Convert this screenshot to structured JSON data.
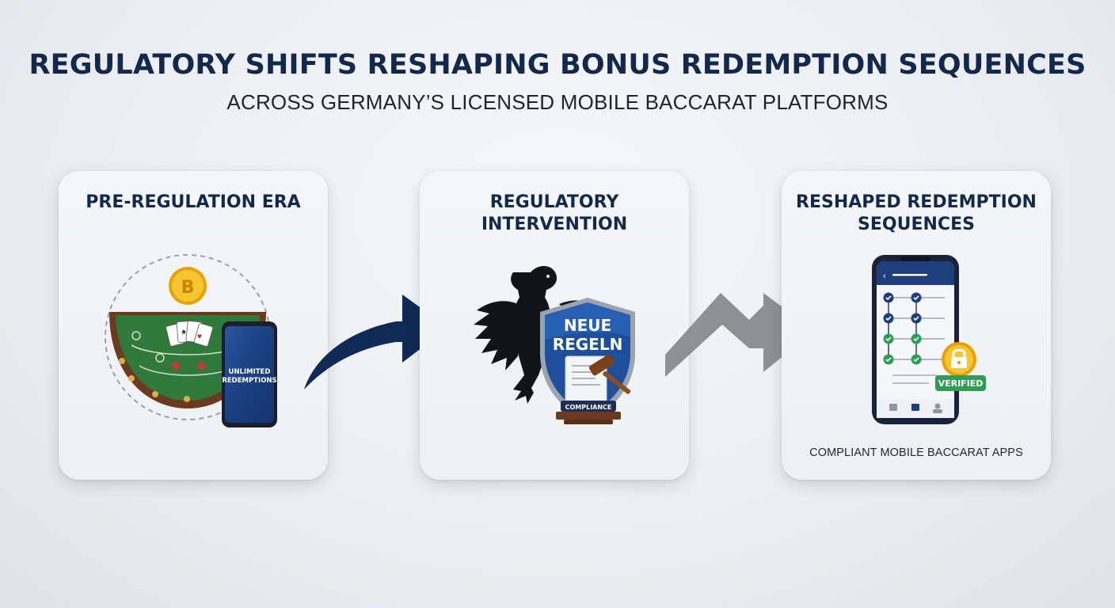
{
  "header": {
    "title": "REGULATORY SHIFTS RESHAPING BONUS REDEMPTION SEQUENCES",
    "subtitle": "ACROSS GERMANY’S LICENSED MOBILE BACCARAT PLATFORMS"
  },
  "stages": [
    {
      "heading_lines": [
        "PRE-REGULATION ERA"
      ],
      "coin_label": "B",
      "phone_text_lines": [
        "UNLIMITED",
        "REDEMPTIONS"
      ]
    },
    {
      "heading_lines": [
        "REGULATORY",
        "INTERVENTION"
      ],
      "shield_text_lines": [
        "NEUE",
        "REGELN"
      ],
      "compliance_label": "COMPLIANCE"
    },
    {
      "heading_lines": [
        "RESHAPED REDEMPTION",
        "SEQUENCES"
      ],
      "verified_label": "VERIFIED",
      "caption": "COMPLIANT MOBILE BACCARAT APPS"
    }
  ],
  "colors": {
    "navy": "#13294b",
    "arrow_navy": "#0f2a55",
    "arrow_gray": "#8d9196",
    "felt_green": "#2f7a3a",
    "check_green": "#2e9e55",
    "gold": "#f2b705"
  }
}
